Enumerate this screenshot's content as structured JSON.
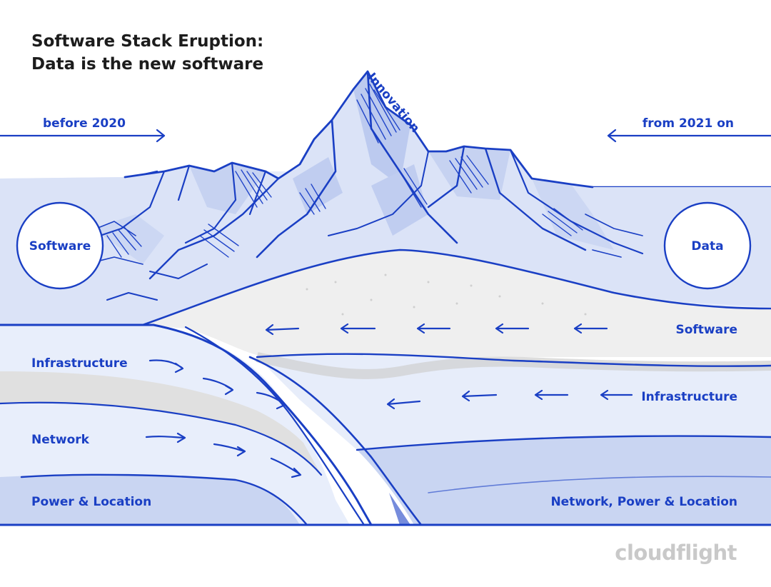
{
  "title": {
    "line1": "Software Stack Eruption:",
    "line2": "Data is the new software"
  },
  "timeline": {
    "left_label": "before 2020",
    "right_label": "from 2021 on"
  },
  "peak_label": "Innovation",
  "circles": {
    "left": "Software",
    "right": "Data"
  },
  "left_layers": {
    "infrastructure": "Infrastructure",
    "network": "Network",
    "power_location": "Power & Location"
  },
  "right_layers": {
    "software": "Software",
    "infrastructure": "Infrastructure",
    "network_power_location": "Network, Power & Location"
  },
  "brand": "cloudflight",
  "colors": {
    "accent_blue": "#1a3fc4",
    "pale_blue": "#e6ecfa",
    "mid_blue": "#c9d5f2",
    "sand": "#eeeeee"
  }
}
